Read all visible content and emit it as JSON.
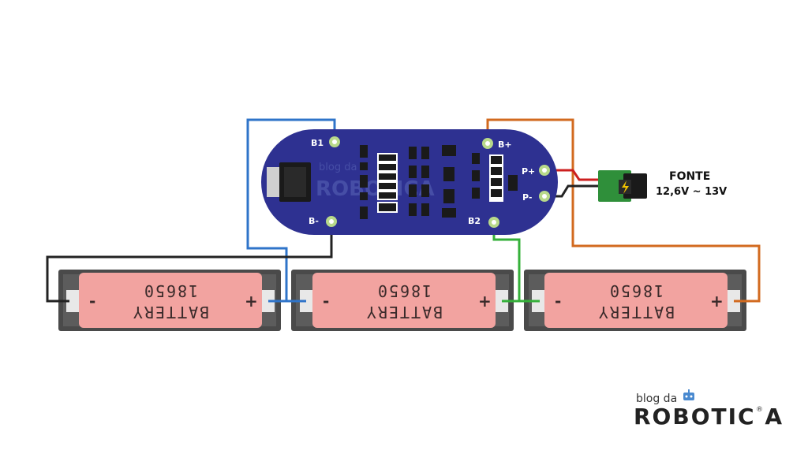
{
  "bms": {
    "pins": {
      "b1": "B1",
      "b_minus": "B-",
      "b_plus": "B+",
      "b2": "B2",
      "p_plus": "P+",
      "p_minus": "P-"
    },
    "watermark_small": "blog da",
    "watermark_big": "ROBOTICA",
    "color": "#2e3191"
  },
  "batteries": [
    {
      "label": "BATTERY",
      "model": "18650",
      "minus": "-",
      "plus": "+"
    },
    {
      "label": "BATTERY",
      "model": "18650",
      "minus": "-",
      "plus": "+"
    },
    {
      "label": "BATTERY",
      "model": "18650",
      "minus": "-",
      "plus": "+"
    }
  ],
  "power": {
    "title": "FONTE",
    "range": "12,6V ~ 13V"
  },
  "logo": {
    "small": "blog da",
    "big": "ROBOTIC A",
    "registered": "®"
  },
  "wire_colors": {
    "blue": "#2f74c9",
    "black": "#222222",
    "orange": "#d26a1f",
    "green": "#35b03a",
    "red": "#cc1f1f"
  },
  "battery_colors": {
    "cell": "#f2a3a0",
    "holder": "#4a4a4a"
  }
}
